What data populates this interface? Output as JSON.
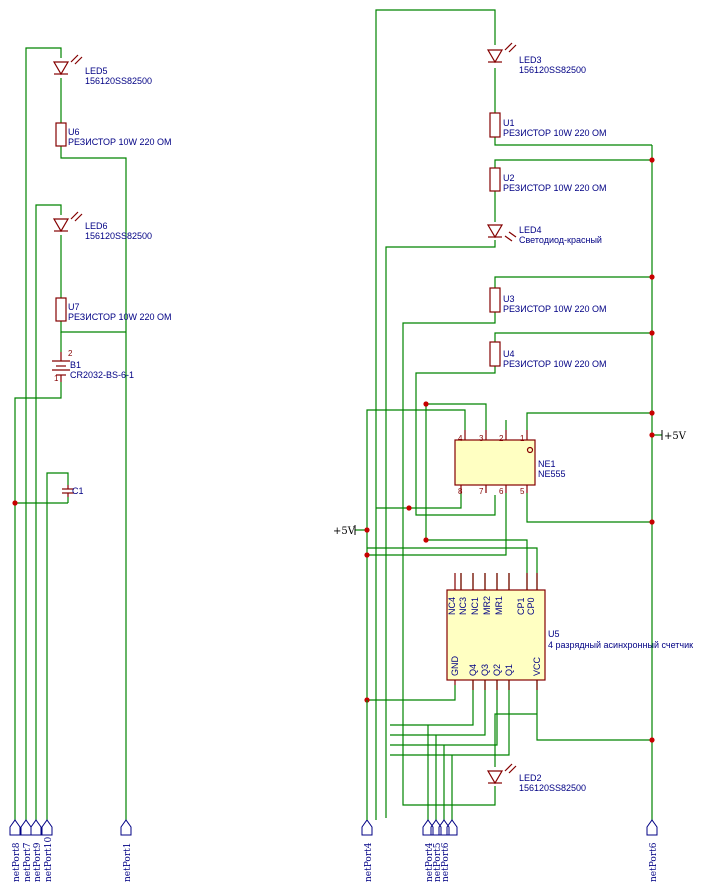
{
  "components": {
    "LED5": {
      "ref": "LED5",
      "value": "156120SS82500"
    },
    "LED6": {
      "ref": "LED6",
      "value": "156120SS82500"
    },
    "LED3": {
      "ref": "LED3",
      "value": "156120SS82500"
    },
    "LED4": {
      "ref": "LED4",
      "value": "Светодиод-красный"
    },
    "LED2": {
      "ref": "LED2",
      "value": "156120SS82500"
    },
    "U6": {
      "ref": "U6",
      "value": "РЕЗИСТОР 10W 220 ОМ"
    },
    "U7": {
      "ref": "U7",
      "value": "РЕЗИСТОР 10W 220 ОМ"
    },
    "U1": {
      "ref": "U1",
      "value": "РЕЗИСТОР 10W 220 ОМ"
    },
    "U2": {
      "ref": "U2",
      "value": "РЕЗИСТОР 10W 220 ОМ"
    },
    "U3": {
      "ref": "U3",
      "value": "РЕЗИСТОР 10W 220 ОМ"
    },
    "U4": {
      "ref": "U4",
      "value": "РЕЗИСТОР 10W 220 ОМ"
    },
    "B1": {
      "ref": "B1",
      "value": "CR2032-BS-6-1",
      "pin1": "1",
      "pin2": "2"
    },
    "C1": {
      "ref": "C1"
    },
    "NE1": {
      "ref": "NE1",
      "value": "NE555",
      "top_pins": [
        "4",
        "3",
        "2",
        "1"
      ],
      "bottom_pins": [
        "8",
        "7",
        "6",
        "5"
      ]
    },
    "U5": {
      "ref": "U5",
      "value": "4 разрядный асинхронный счетчик",
      "top_pins": [
        "NC4",
        "NC3",
        "NC1",
        "MR2",
        "MR1",
        "CP1",
        "CP0"
      ],
      "bottom_pins": [
        "GND",
        "Q4",
        "Q3",
        "Q2",
        "Q1",
        "VCC"
      ]
    }
  },
  "power": {
    "right": "+5V",
    "left": "+5V"
  },
  "ports": {
    "p8": "netPort8",
    "p7": "netPort7",
    "p9": "netPort9",
    "p10": "netPort10",
    "p1": "netPort1",
    "p4a": "netPort4",
    "p4b": "netPort4",
    "p5": "netPort5",
    "p6a": "netPort6",
    "p6b": "netPort6"
  }
}
